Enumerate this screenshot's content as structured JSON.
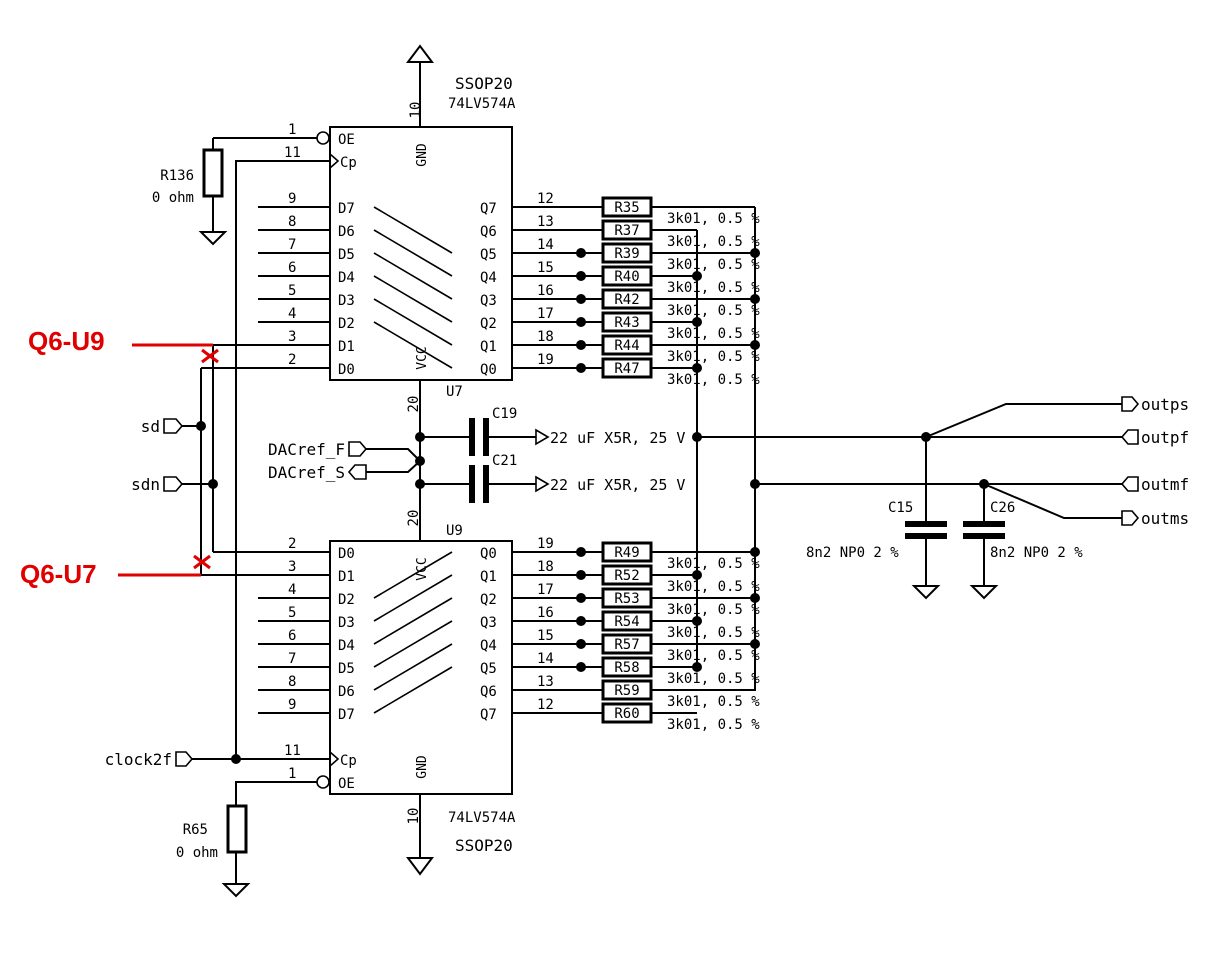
{
  "u7": {
    "ref": "U7",
    "part": "74LV574A",
    "package": "SSOP20",
    "gnd_label": "GND",
    "gnd_pin": "10",
    "vcc_label": "VCC",
    "vcc_pin": "20",
    "oe_label": "OE",
    "oe_pin": "1",
    "cp_label": "Cp",
    "cp_pin": "11",
    "d_pins": [
      {
        "label": "D7",
        "pin": "9"
      },
      {
        "label": "D6",
        "pin": "8"
      },
      {
        "label": "D5",
        "pin": "7"
      },
      {
        "label": "D4",
        "pin": "6"
      },
      {
        "label": "D3",
        "pin": "5"
      },
      {
        "label": "D2",
        "pin": "4"
      },
      {
        "label": "D1",
        "pin": "3"
      },
      {
        "label": "D0",
        "pin": "2"
      }
    ],
    "q_pins": [
      {
        "label": "Q7",
        "pin": "12"
      },
      {
        "label": "Q6",
        "pin": "13"
      },
      {
        "label": "Q5",
        "pin": "14"
      },
      {
        "label": "Q4",
        "pin": "15"
      },
      {
        "label": "Q3",
        "pin": "16"
      },
      {
        "label": "Q2",
        "pin": "17"
      },
      {
        "label": "Q1",
        "pin": "18"
      },
      {
        "label": "Q0",
        "pin": "19"
      }
    ],
    "resistors": [
      "R35",
      "R37",
      "R39",
      "R40",
      "R42",
      "R43",
      "R44",
      "R47"
    ]
  },
  "u9": {
    "ref": "U9",
    "part": "74LV574A",
    "package": "SSOP20",
    "gnd_label": "GND",
    "gnd_pin": "10",
    "vcc_label": "VCC",
    "vcc_pin": "20",
    "oe_label": "OE",
    "oe_pin": "1",
    "cp_label": "Cp",
    "cp_pin": "11",
    "d_pins": [
      {
        "label": "D0",
        "pin": "2"
      },
      {
        "label": "D1",
        "pin": "3"
      },
      {
        "label": "D2",
        "pin": "4"
      },
      {
        "label": "D3",
        "pin": "5"
      },
      {
        "label": "D4",
        "pin": "6"
      },
      {
        "label": "D5",
        "pin": "7"
      },
      {
        "label": "D6",
        "pin": "8"
      },
      {
        "label": "D7",
        "pin": "9"
      }
    ],
    "q_pins": [
      {
        "label": "Q0",
        "pin": "19"
      },
      {
        "label": "Q1",
        "pin": "18"
      },
      {
        "label": "Q2",
        "pin": "17"
      },
      {
        "label": "Q3",
        "pin": "16"
      },
      {
        "label": "Q4",
        "pin": "15"
      },
      {
        "label": "Q5",
        "pin": "14"
      },
      {
        "label": "Q6",
        "pin": "13"
      },
      {
        "label": "Q7",
        "pin": "12"
      }
    ],
    "resistors": [
      "R49",
      "R52",
      "R53",
      "R54",
      "R57",
      "R58",
      "R59",
      "R60"
    ]
  },
  "resistor_value": "3k01, 0.5 %",
  "r136": {
    "ref": "R136",
    "value": "0 ohm"
  },
  "r65": {
    "ref": "R65",
    "value": "0 ohm"
  },
  "c19": {
    "ref": "C19",
    "value": "22 uF X5R, 25 V"
  },
  "c21": {
    "ref": "C21",
    "value": "22 uF X5R, 25 V"
  },
  "c15": {
    "ref": "C15",
    "value": "8n2 NP0 2 %"
  },
  "c26": {
    "ref": "C26",
    "value": "8n2 NP0 2 %"
  },
  "ports": {
    "sd": "sd",
    "sdn": "sdn",
    "clock": "clock2f",
    "dacref_f": "DACref_F",
    "dacref_s": "DACref_S",
    "outps": "outps",
    "outpf": "outpf",
    "outmf": "outmf",
    "outms": "outms"
  },
  "annotations": {
    "q6_u9": "Q6-U9",
    "q6_u7": "Q6-U7"
  },
  "colors": {
    "annotation": "#e00000",
    "wire": "#000000"
  }
}
